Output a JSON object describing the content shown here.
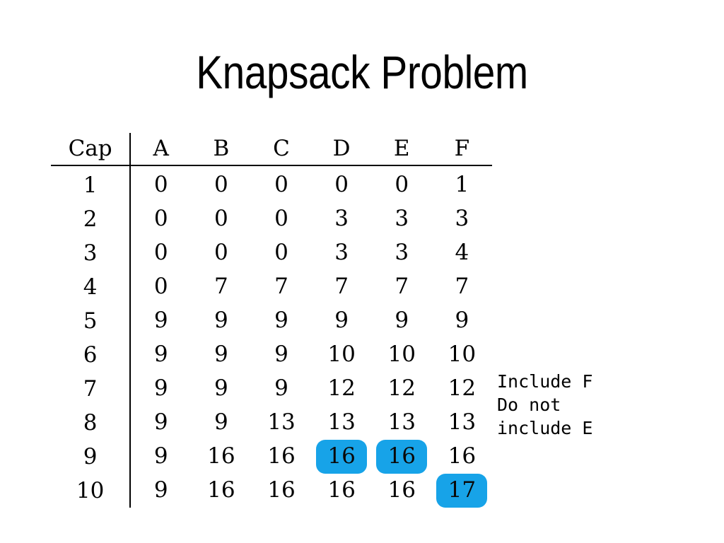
{
  "slide": {
    "title": "Knapsack Problem",
    "background_color": "#ffffff",
    "text_color": "#000000",
    "highlight_color": "#17A3E8"
  },
  "table": {
    "corner_header": "Cap",
    "columns": [
      "A",
      "B",
      "C",
      "D",
      "E",
      "F"
    ],
    "rows": [
      {
        "cap": "1",
        "values": [
          "0",
          "0",
          "0",
          "0",
          "0",
          "1"
        ]
      },
      {
        "cap": "2",
        "values": [
          "0",
          "0",
          "0",
          "3",
          "3",
          "3"
        ]
      },
      {
        "cap": "3",
        "values": [
          "0",
          "0",
          "0",
          "3",
          "3",
          "4"
        ]
      },
      {
        "cap": "4",
        "values": [
          "0",
          "7",
          "7",
          "7",
          "7",
          "7"
        ]
      },
      {
        "cap": "5",
        "values": [
          "9",
          "9",
          "9",
          "9",
          "9",
          "9"
        ]
      },
      {
        "cap": "6",
        "values": [
          "9",
          "9",
          "9",
          "10",
          "10",
          "10"
        ]
      },
      {
        "cap": "7",
        "values": [
          "9",
          "9",
          "9",
          "12",
          "12",
          "12"
        ]
      },
      {
        "cap": "8",
        "values": [
          "9",
          "9",
          "13",
          "13",
          "13",
          "13"
        ]
      },
      {
        "cap": "9",
        "values": [
          "9",
          "16",
          "16",
          "16",
          "16",
          "16"
        ]
      },
      {
        "cap": "10",
        "values": [
          "9",
          "16",
          "16",
          "16",
          "16",
          "17"
        ]
      }
    ],
    "highlighted_cells": [
      {
        "row": 8,
        "col": 3
      },
      {
        "row": 8,
        "col": 4
      },
      {
        "row": 9,
        "col": 5
      }
    ]
  },
  "annotation": {
    "lines": [
      "Include F",
      "Do not",
      "include E"
    ]
  }
}
